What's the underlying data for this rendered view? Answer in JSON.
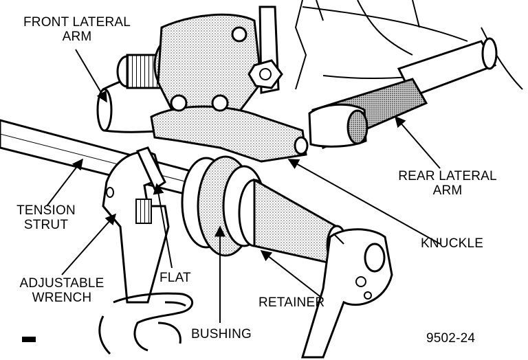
{
  "labels": {
    "front_lateral_arm": [
      "FRONT LATERAL",
      "ARM"
    ],
    "rear_lateral_arm": [
      "REAR LATERAL",
      "ARM"
    ],
    "tension_strut": [
      "TENSION",
      "STRUT"
    ],
    "adjustable_wrench": [
      "ADJUSTABLE",
      "WRENCH"
    ],
    "flat": "FLAT",
    "knuckle": "KNUCKLE",
    "retainer": "RETAINER",
    "bushing": "BUSHING"
  },
  "figure_number": "9502-24",
  "colors": {
    "ink": "#000000",
    "paper": "#ffffff",
    "shade": "#9a9a9a"
  }
}
